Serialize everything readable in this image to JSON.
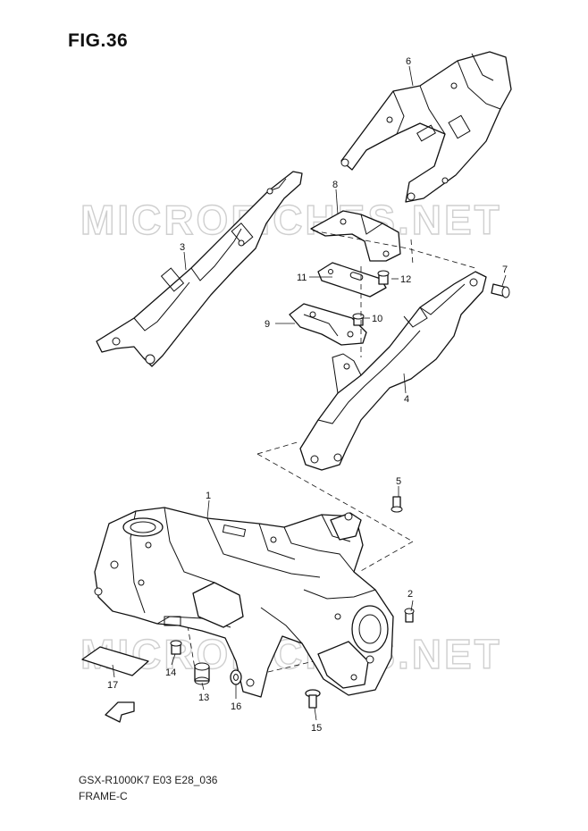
{
  "figure": {
    "title": "FIG.36",
    "model_code": "GSX-R1000K7 E03 E28_036",
    "group_name": "FRAME-C"
  },
  "watermark": {
    "text": "MICROFICHES.NET"
  },
  "callouts": [
    "1",
    "2",
    "3",
    "4",
    "5",
    "6",
    "7",
    "8",
    "9",
    "10",
    "11",
    "12",
    "13",
    "14",
    "15",
    "16",
    "17"
  ],
  "icons": {
    "front_arrow": "FWD"
  }
}
